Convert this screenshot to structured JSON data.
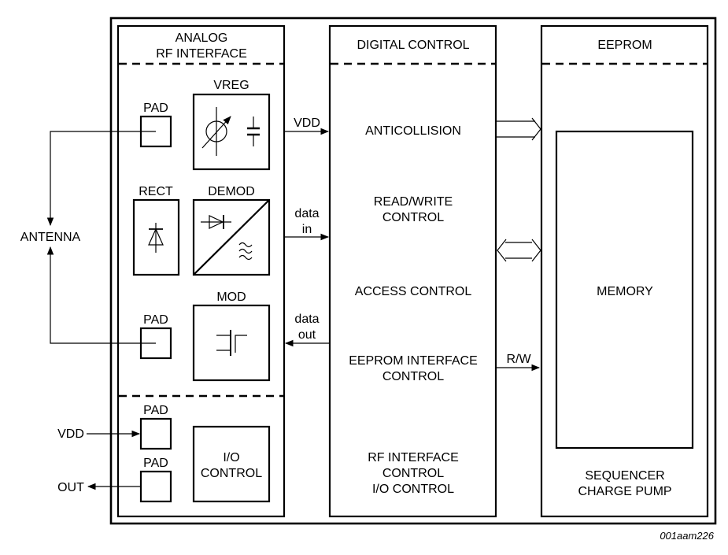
{
  "figure_id": "001aam226",
  "external": {
    "antenna": "ANTENNA",
    "vdd": "VDD",
    "out": "OUT"
  },
  "analog_rf_interface": {
    "title_line1": "ANALOG",
    "title_line2": "RF INTERFACE",
    "pad_label": "PAD",
    "vreg": "VREG",
    "rect": "RECT",
    "demod": "DEMOD",
    "mod": "MOD",
    "io_control_line1": "I/O",
    "io_control_line2": "CONTROL"
  },
  "signals": {
    "vdd": "VDD",
    "data_in_line1": "data",
    "data_in_line2": "in",
    "data_out_line1": "data",
    "data_out_line2": "out",
    "rw": "R/W"
  },
  "digital_control": {
    "title": "DIGITAL CONTROL",
    "anticollision": "ANTICOLLISION",
    "read_write_line1": "READ/WRITE",
    "read_write_line2": "CONTROL",
    "access_control": "ACCESS CONTROL",
    "eeprom_if_line1": "EEPROM INTERFACE",
    "eeprom_if_line2": "CONTROL",
    "rf_if_line1": "RF INTERFACE",
    "rf_if_line2": "CONTROL",
    "rf_if_line3": "I/O CONTROL"
  },
  "eeprom": {
    "title": "EEPROM",
    "memory": "MEMORY",
    "sequencer": "SEQUENCER",
    "charge_pump": "CHARGE PUMP"
  }
}
